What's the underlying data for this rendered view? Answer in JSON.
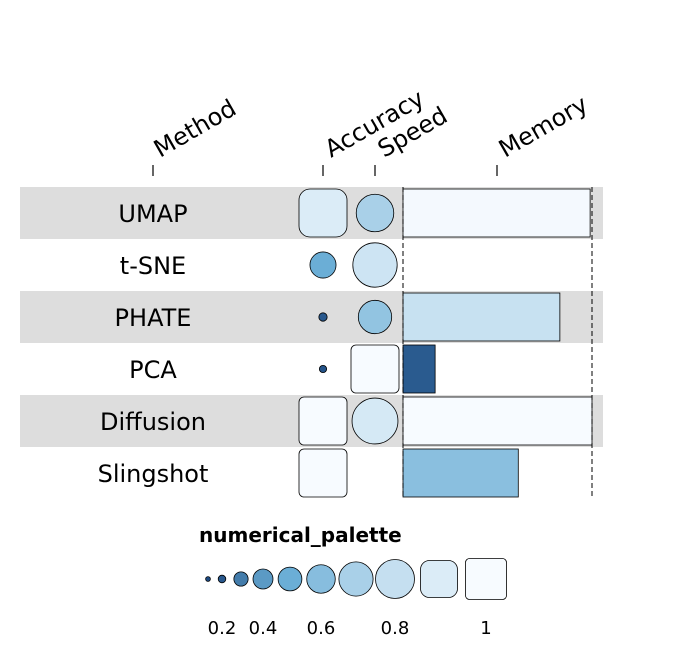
{
  "chart_data": {
    "type": "table",
    "title": "",
    "columns": [
      "Method",
      "Accuracy",
      "Speed",
      "Memory"
    ],
    "rows": [
      {
        "method": "UMAP",
        "accuracy": 0.9,
        "speed": 0.72,
        "memory": 0.99
      },
      {
        "method": "t-SNE",
        "accuracy": 0.5,
        "speed": 0.85,
        "memory": null
      },
      {
        "method": "PHATE",
        "accuracy": 0.16,
        "speed": 0.64,
        "memory": 0.83
      },
      {
        "method": "PCA",
        "accuracy": 0.14,
        "speed": 1.0,
        "memory": 0.17
      },
      {
        "method": "Diffusion",
        "accuracy": 1.0,
        "speed": 0.88,
        "memory": 1.0
      },
      {
        "method": "Slingshot",
        "accuracy": 1.0,
        "speed": null,
        "memory": 0.61
      }
    ],
    "legend": {
      "title": "numerical_palette",
      "ticks": [
        "0.2",
        "0.4",
        "0.6",
        "0.8",
        "1"
      ],
      "tick_values": [
        0.2,
        0.4,
        0.6,
        0.8,
        1.0
      ],
      "swatches": [
        0.1,
        0.16,
        0.3,
        0.42,
        0.5,
        0.6,
        0.72,
        0.82,
        0.9,
        1.0
      ]
    },
    "palette": {
      "low": "#08306b",
      "mid": "#6baed6",
      "high": "#f7fbff",
      "row_band": "#dddddd"
    }
  }
}
